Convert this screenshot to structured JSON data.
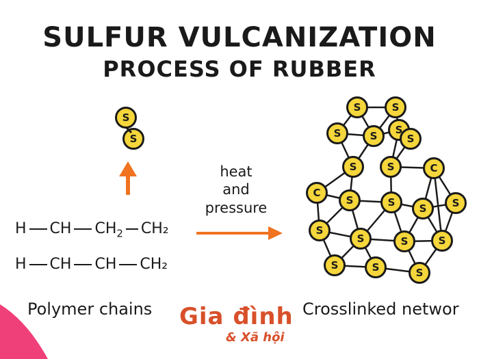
{
  "title": {
    "line1": "SULFUR VULCANIZATION",
    "line2": "PROCESS OF RUBBER"
  },
  "free_sulfur": [
    "S",
    "S"
  ],
  "arrow_label": [
    "heat",
    "and",
    "pressure"
  ],
  "chains": {
    "chain1": {
      "H": "H",
      "CH_a": "CH",
      "CH2_a": "CH",
      "sub_a": "2",
      "CH2_b": "CH₂"
    },
    "chain2": {
      "H": "H",
      "CH_a": "CH",
      "CH_b": "CH",
      "CH2": "CH₂"
    }
  },
  "labels": {
    "left": "Polymer chains",
    "right": "Crosslinked networ"
  },
  "network": {
    "nodes": [
      {
        "label": "S"
      },
      {
        "label": "S"
      },
      {
        "label": "S"
      },
      {
        "label": "S"
      },
      {
        "label": "S"
      },
      {
        "label": "S"
      },
      {
        "label": "S"
      },
      {
        "label": "S"
      },
      {
        "label": "C"
      },
      {
        "label": "C"
      },
      {
        "label": "S"
      },
      {
        "label": "S"
      },
      {
        "label": "S"
      },
      {
        "label": "S"
      },
      {
        "label": "S"
      },
      {
        "label": "S"
      },
      {
        "label": "S"
      },
      {
        "label": "S"
      },
      {
        "label": "S"
      },
      {
        "label": "S"
      },
      {
        "label": "S"
      },
      {
        "label": "S"
      }
    ]
  },
  "watermark": {
    "main": "Gia đình",
    "sub": "& Xã hội"
  },
  "colors": {
    "sulfur_fill": "#f5d63b",
    "arrow": "#f07320",
    "watermark": "#d8502a",
    "pink": "#f0407a"
  }
}
